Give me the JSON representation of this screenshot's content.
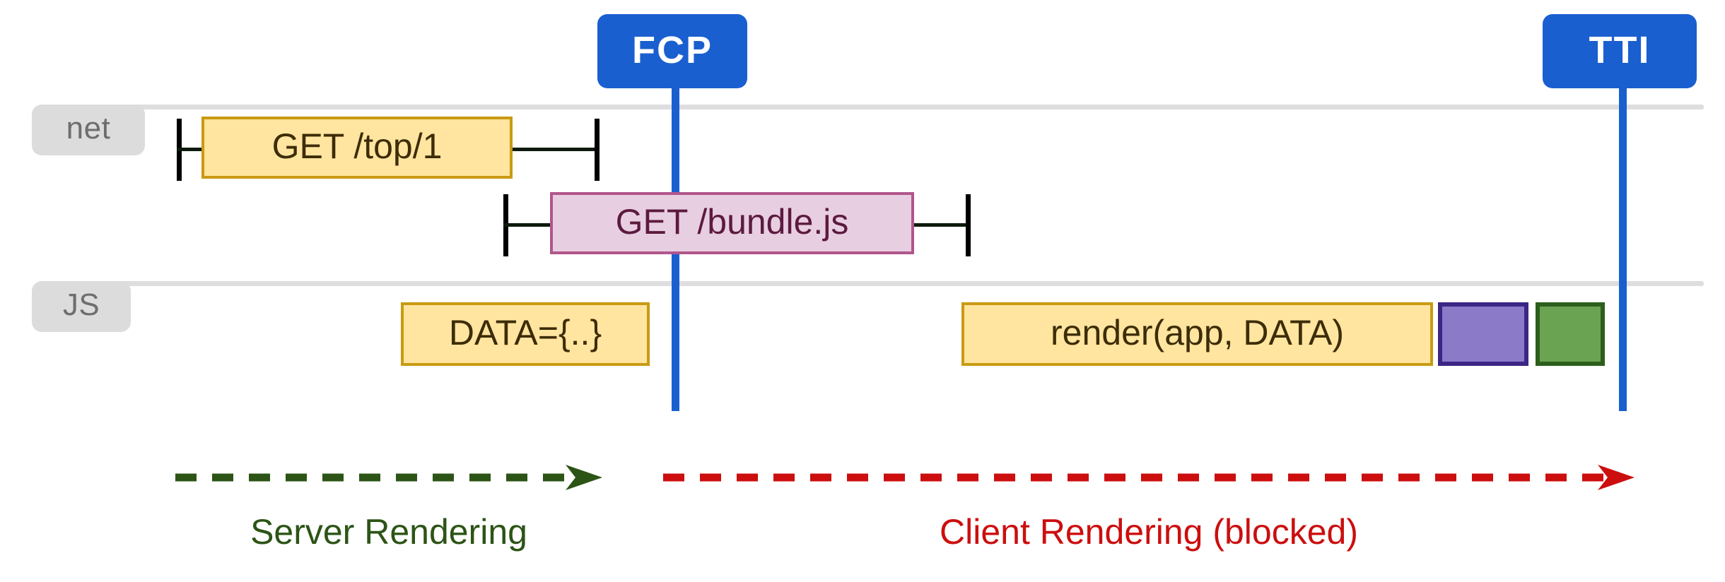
{
  "diagram": {
    "title": "Server Rendering vs Client Rendering timeline",
    "colors": {
      "marker_blue": "#1a5fd0",
      "lane_rule_gray": "#dededf",
      "lane_badge_bg": "#dcdcdc",
      "lane_badge_text": "#6e6e6e",
      "bar_yellow_fill": "#ffe5a0",
      "bar_yellow_border": "#c99a12",
      "bar_yellow_text": "#3d2c07",
      "bar_pink_fill": "#e8cee1",
      "bar_pink_border": "#b1568c",
      "bar_pink_text": "#5c1a3f",
      "bar_purple_fill": "#8b7ac8",
      "bar_purple_border": "#3b2585",
      "bar_green_fill": "#6aa352",
      "bar_green_border": "#2d5e1c",
      "server_green": "#2c5416",
      "client_red": "#cc0e0e"
    }
  },
  "lanes": [
    {
      "name": "net",
      "label": "net"
    },
    {
      "name": "js",
      "label": "JS"
    }
  ],
  "markers": [
    {
      "name": "fcp",
      "label": "FCP"
    },
    {
      "name": "tti",
      "label": "TTI"
    }
  ],
  "bars": [
    {
      "name": "get-top-1",
      "label": "GET /top/1",
      "lane": "net",
      "style": "yellow"
    },
    {
      "name": "get-bundle-js",
      "label": "GET /bundle.js",
      "lane": "net",
      "style": "pink"
    },
    {
      "name": "data-assign",
      "label": "DATA={..}",
      "lane": "js",
      "style": "yellow"
    },
    {
      "name": "render-app-data",
      "label": "render(app, DATA)",
      "lane": "js",
      "style": "yellow"
    },
    {
      "name": "hydrate-purple",
      "label": "",
      "lane": "js",
      "style": "purple"
    },
    {
      "name": "hydrate-green",
      "label": "",
      "lane": "js",
      "style": "green"
    }
  ],
  "annotations": [
    {
      "name": "server-rendering",
      "label": "Server Rendering",
      "color": "#2c5416"
    },
    {
      "name": "client-rendering",
      "label": "Client Rendering (blocked)",
      "color": "#cc0e0e"
    }
  ],
  "chart_data": {
    "type": "timeline",
    "title": "Server Rendering vs Client Rendering (blocked) timeline",
    "xlabel": "",
    "ylabel": "",
    "grid": false,
    "legend": "none",
    "lanes": [
      "net",
      "JS"
    ],
    "xlim": [
      0,
      2440
    ],
    "markers": [
      {
        "label": "FCP",
        "x": 955
      },
      {
        "label": "TTI",
        "x": 2295
      }
    ],
    "series": [
      {
        "name": "GET /top/1",
        "lane": "net",
        "kind": "bar-with-whiskers",
        "bar_start": 285,
        "bar_end": 724,
        "whisker_start": 250,
        "whisker_end": 845
      },
      {
        "name": "GET /bundle.js",
        "lane": "net",
        "kind": "bar-with-whiskers",
        "bar_start": 778,
        "bar_end": 1292,
        "whisker_start": 715,
        "whisker_end": 1370
      },
      {
        "name": "DATA={..}",
        "lane": "JS",
        "kind": "bar",
        "bar_start": 567,
        "bar_end": 918
      },
      {
        "name": "render(app, DATA)",
        "lane": "JS",
        "kind": "bar",
        "bar_start": 1360,
        "bar_end": 2026
      },
      {
        "name": "hydrate-purple",
        "lane": "JS",
        "kind": "bar",
        "bar_start": 2034,
        "bar_end": 2162
      },
      {
        "name": "hydrate-green",
        "lane": "JS",
        "kind": "bar",
        "bar_start": 2172,
        "bar_end": 2270
      }
    ],
    "annotations": [
      {
        "label": "Server Rendering",
        "x_start": 250,
        "x_end": 845,
        "color": "#2c5416",
        "style": "dashed-arrow"
      },
      {
        "label": "Client Rendering (blocked)",
        "x_start": 938,
        "x_end": 2300,
        "color": "#cc0e0e",
        "style": "dashed-arrow"
      }
    ]
  }
}
